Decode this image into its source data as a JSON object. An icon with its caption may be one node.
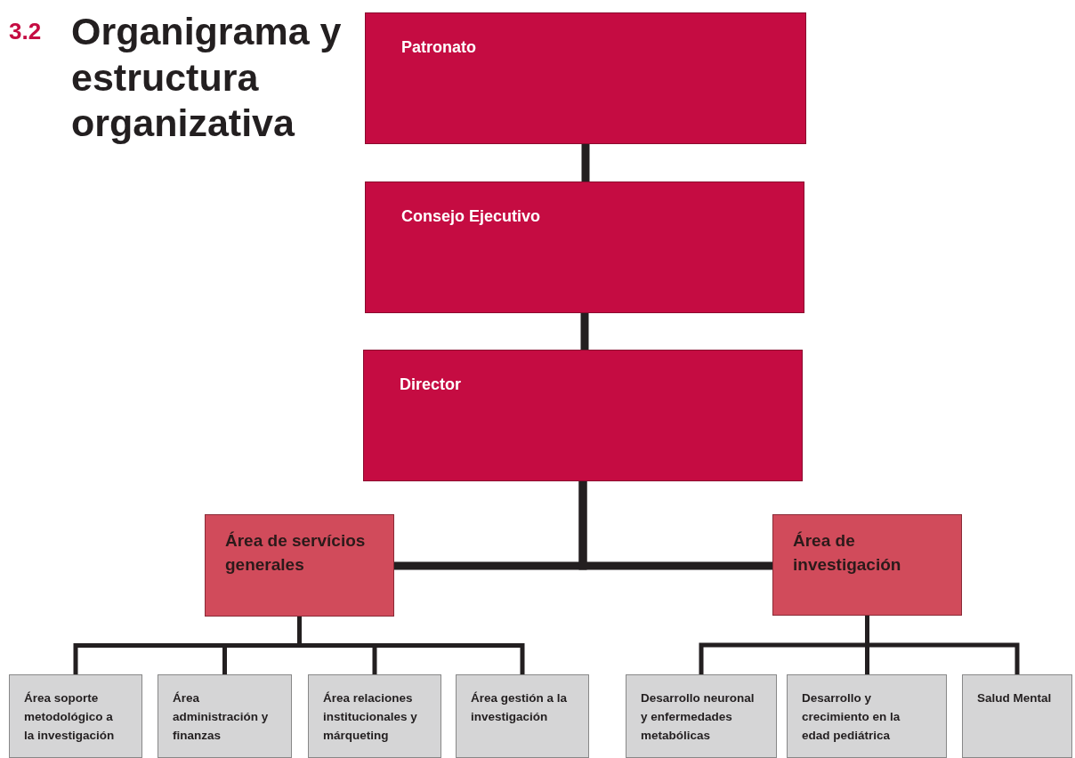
{
  "diagram": {
    "title": "Organigrama y estructura organizativa",
    "nodes": [
      {
        "text": [
          "Patronato"
        ]
      },
      {
        "text": [
          "Consejo Ejecutivo"
        ]
      },
      {
        "text": [
          "Director"
        ]
      },
      {
        "text": [
          "Área de servícios generales"
        ]
      },
      {
        "text": [
          "Área de investigación"
        ]
      },
      {
        "text": [
          "Área soporte metodológico a la investigación"
        ]
      },
      {
        "text": [
          "Área administración y finanzas"
        ]
      },
      {
        "text": [
          "Área relaciones institucionales y márqueting"
        ]
      },
      {
        "text": [
          "Área gestión a la investigación"
        ]
      },
      {
        "text": [
          "Desarrollo neuronal y enfermedades metabólicas"
        ]
      },
      {
        "text": [
          "Desarrollo y crecimiento en la edad pediátrica"
        ]
      },
      {
        "text": [
          "Salud Mental"
        ]
      }
    ],
    "edges": [
      {
        "from": 0,
        "to": 1,
        "arrow": "none",
        "style": "thick"
      },
      {
        "from": 1,
        "to": 2,
        "arrow": "none",
        "style": "thick"
      },
      {
        "from": 2,
        "to": 3,
        "arrow": "none",
        "style": "thick"
      },
      {
        "from": 2,
        "to": 4,
        "arrow": "none",
        "style": "thick"
      },
      {
        "from": 3,
        "to": 5,
        "arrow": "none"
      },
      {
        "from": 3,
        "to": 6,
        "arrow": "none"
      },
      {
        "from": 3,
        "to": 7,
        "arrow": "none"
      },
      {
        "from": 3,
        "to": 8,
        "arrow": "none"
      },
      {
        "from": 4,
        "to": 9,
        "arrow": "none"
      },
      {
        "from": 4,
        "to": 10,
        "arrow": "none"
      },
      {
        "from": 4,
        "to": 11,
        "arrow": "none"
      }
    ],
    "labels": [
      "3.2"
    ]
  }
}
